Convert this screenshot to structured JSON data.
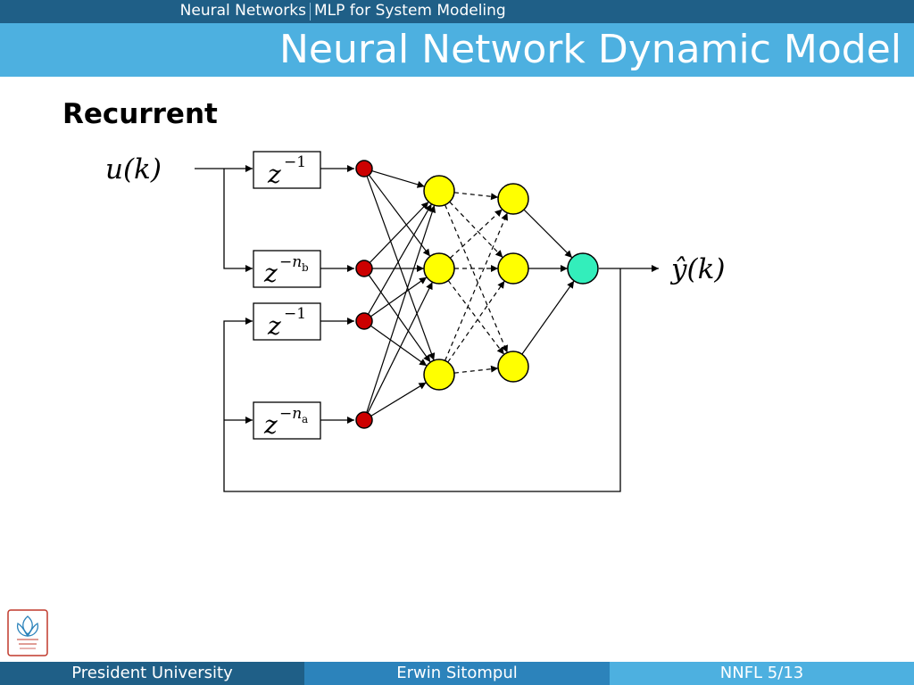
{
  "nav": {
    "section": "Neural Networks",
    "subsection": "MLP for System Modeling"
  },
  "slide": {
    "title": "Neural Network Dynamic Model",
    "heading": "Recurrent"
  },
  "diagram": {
    "input_label": "u(k)",
    "output_label": "ŷ(k)",
    "delay_symbol": "z",
    "delays": [
      {
        "exponent": "−1",
        "subscript": ""
      },
      {
        "exponent": "−n",
        "subscript": "b"
      },
      {
        "exponent": "−1",
        "subscript": ""
      },
      {
        "exponent": "−n",
        "subscript": "a"
      }
    ],
    "colors": {
      "input_node": "#cc0000",
      "hidden_node": "#ffff00",
      "output_node": "#33eebb",
      "line": "#000000"
    }
  },
  "footer": {
    "institution": "President University",
    "author": "Erwin Sitompul",
    "page": "NNFL 5/13"
  }
}
